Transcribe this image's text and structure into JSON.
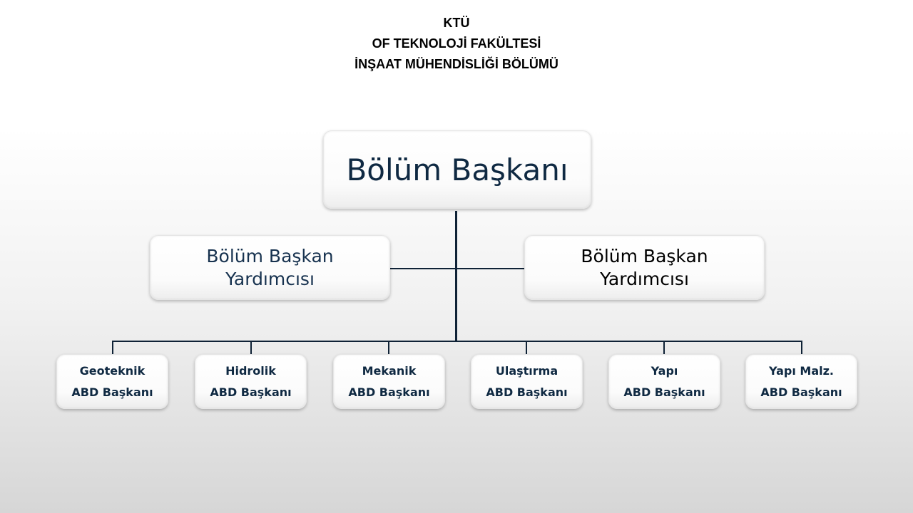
{
  "header": {
    "lines": [
      "KTÜ",
      "OF TEKNOLOJİ FAKÜLTESİ",
      "İNŞAAT MÜHENDİSLİĞİ BÖLÜMÜ"
    ]
  },
  "chart": {
    "head": "Bölüm Başkanı",
    "vice_left": {
      "line1": "Bölüm Başkan",
      "line2": "Yardımcısı"
    },
    "vice_right": {
      "line1": "Bölüm Başkan",
      "line2": "Yardımcısı"
    },
    "divisions": [
      {
        "name": "Geoteknik",
        "role": "ABD Başkanı"
      },
      {
        "name": "Hidrolik",
        "role": "ABD Başkanı"
      },
      {
        "name": "Mekanik",
        "role": "ABD Başkanı"
      },
      {
        "name": "Ulaştırma",
        "role": "ABD Başkanı"
      },
      {
        "name": "Yapı",
        "role": "ABD Başkanı"
      },
      {
        "name": "Yapı Malz.",
        "role": "ABD Başkanı"
      }
    ]
  }
}
